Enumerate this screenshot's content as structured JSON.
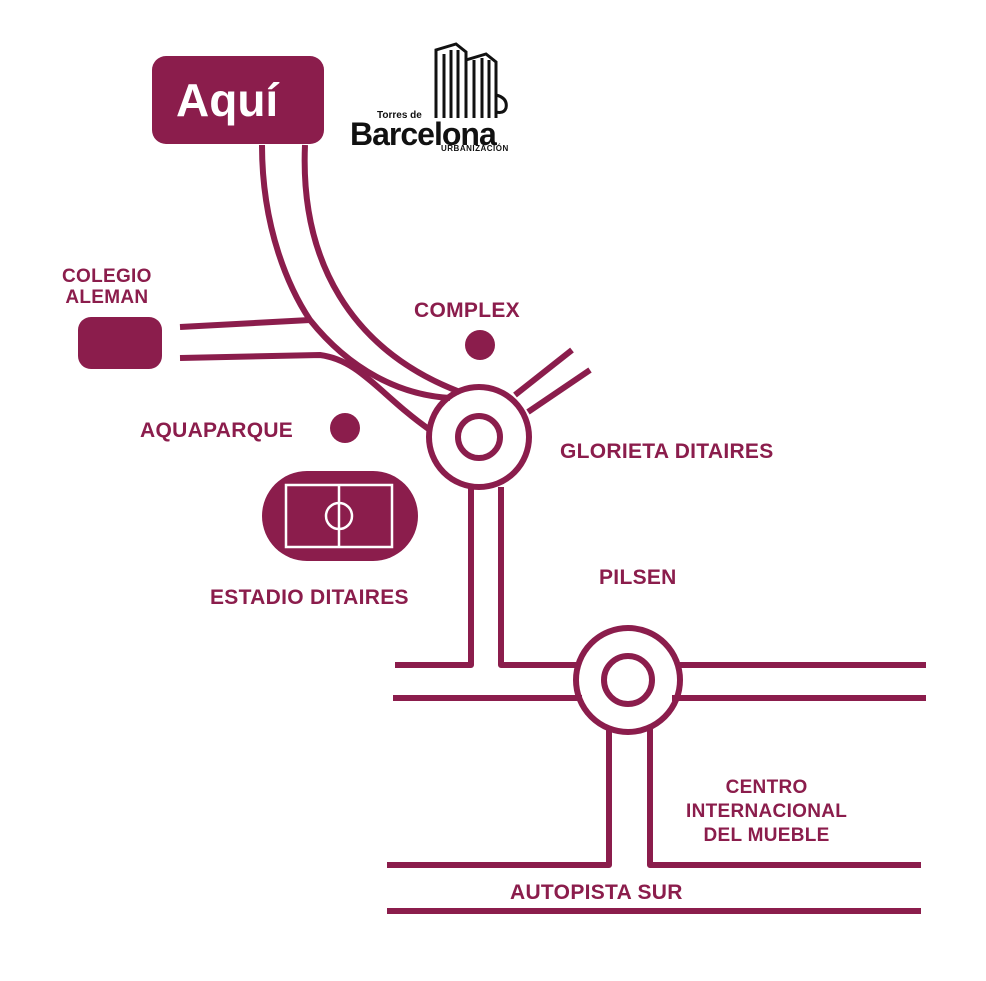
{
  "colors": {
    "brand": "#8b1d4c",
    "background": "#ffffff",
    "logo": "#111111"
  },
  "here_label": "Aquí",
  "logo": {
    "top": "Torres de",
    "main": "Barcelona",
    "sub": "URBANIZACIÓN"
  },
  "labels": {
    "colegio_line1": "COLEGIO",
    "colegio_line2": "ALEMAN",
    "complex": "COMPLEX",
    "aquaparque": "AQUAPARQUE",
    "glorieta": "GLORIETA DITAIRES",
    "estadio": "ESTADIO DITAIRES",
    "pilsen": "PILSEN",
    "centro_line1": "CENTRO",
    "centro_line2": "INTERNACIONAL",
    "centro_line3": "DEL MUEBLE",
    "autopista": "AUTOPISTA SUR"
  }
}
